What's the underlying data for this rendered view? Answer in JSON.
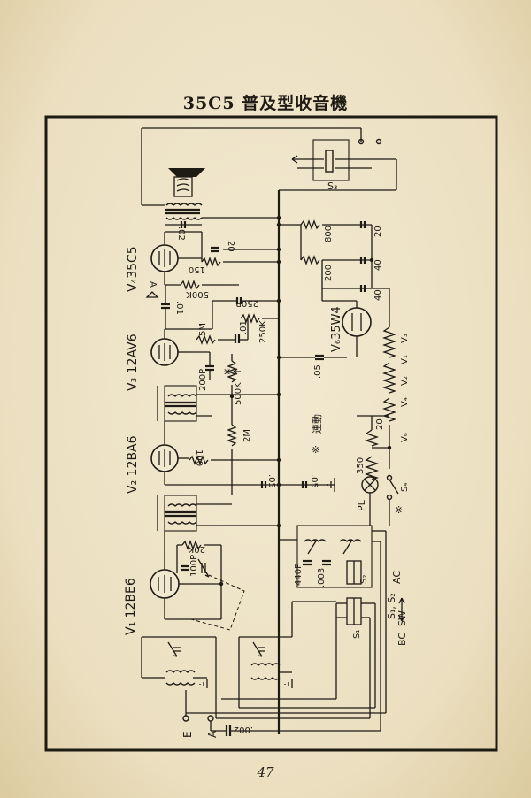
{
  "title": "35C5 普及型收音機",
  "page_number": "47",
  "tubes": {
    "v1": "V₁ 12BE6",
    "v2": "V₂ 12BA6",
    "v3": "V₃ 12AV6",
    "v4": "V₄35C5",
    "v6": "V₆35W4"
  },
  "components": {
    "c_02": ".02",
    "c_20_a": "20",
    "r_150": "150",
    "r_500k_a": "500K",
    "c_01_a": ".01",
    "c_250p": "250P",
    "r_250k": "250K",
    "r_5m": "5M",
    "c_01_b": ".01",
    "c_200p": "200P",
    "r_500k_b": "500K",
    "c_05_a": ".05",
    "r_2m": "2M",
    "r_100": "100",
    "c_05_b": ".05",
    "c_05_c": ".05",
    "r_20k": "20K",
    "c_100p": "100P",
    "c_440p": "440P",
    "c_003": ".003",
    "c_002": ".002",
    "r_800": "800",
    "c_20_b": "20",
    "r_200": "200",
    "c_40_a": "40",
    "c_40_b": "40",
    "r_20": "20",
    "r_350": "350",
    "h_v3": "V₃",
    "h_v1": "V₁",
    "h_v2": "V₂",
    "h_v4": "V₄",
    "h_v6": "V₆"
  },
  "labels": {
    "s3": "S₃",
    "s4": "S₄",
    "s2": "S₂",
    "s1s2": "S₁, S₂",
    "s1": "S₁",
    "pl": "PL",
    "ac": "AC",
    "sw": "SW",
    "bc": "BC",
    "linked": "連動",
    "mark_a": "※",
    "mark_b": "※",
    "mark_c": "※",
    "term_e": "E",
    "term_a": "A",
    "term_a2": "A"
  }
}
